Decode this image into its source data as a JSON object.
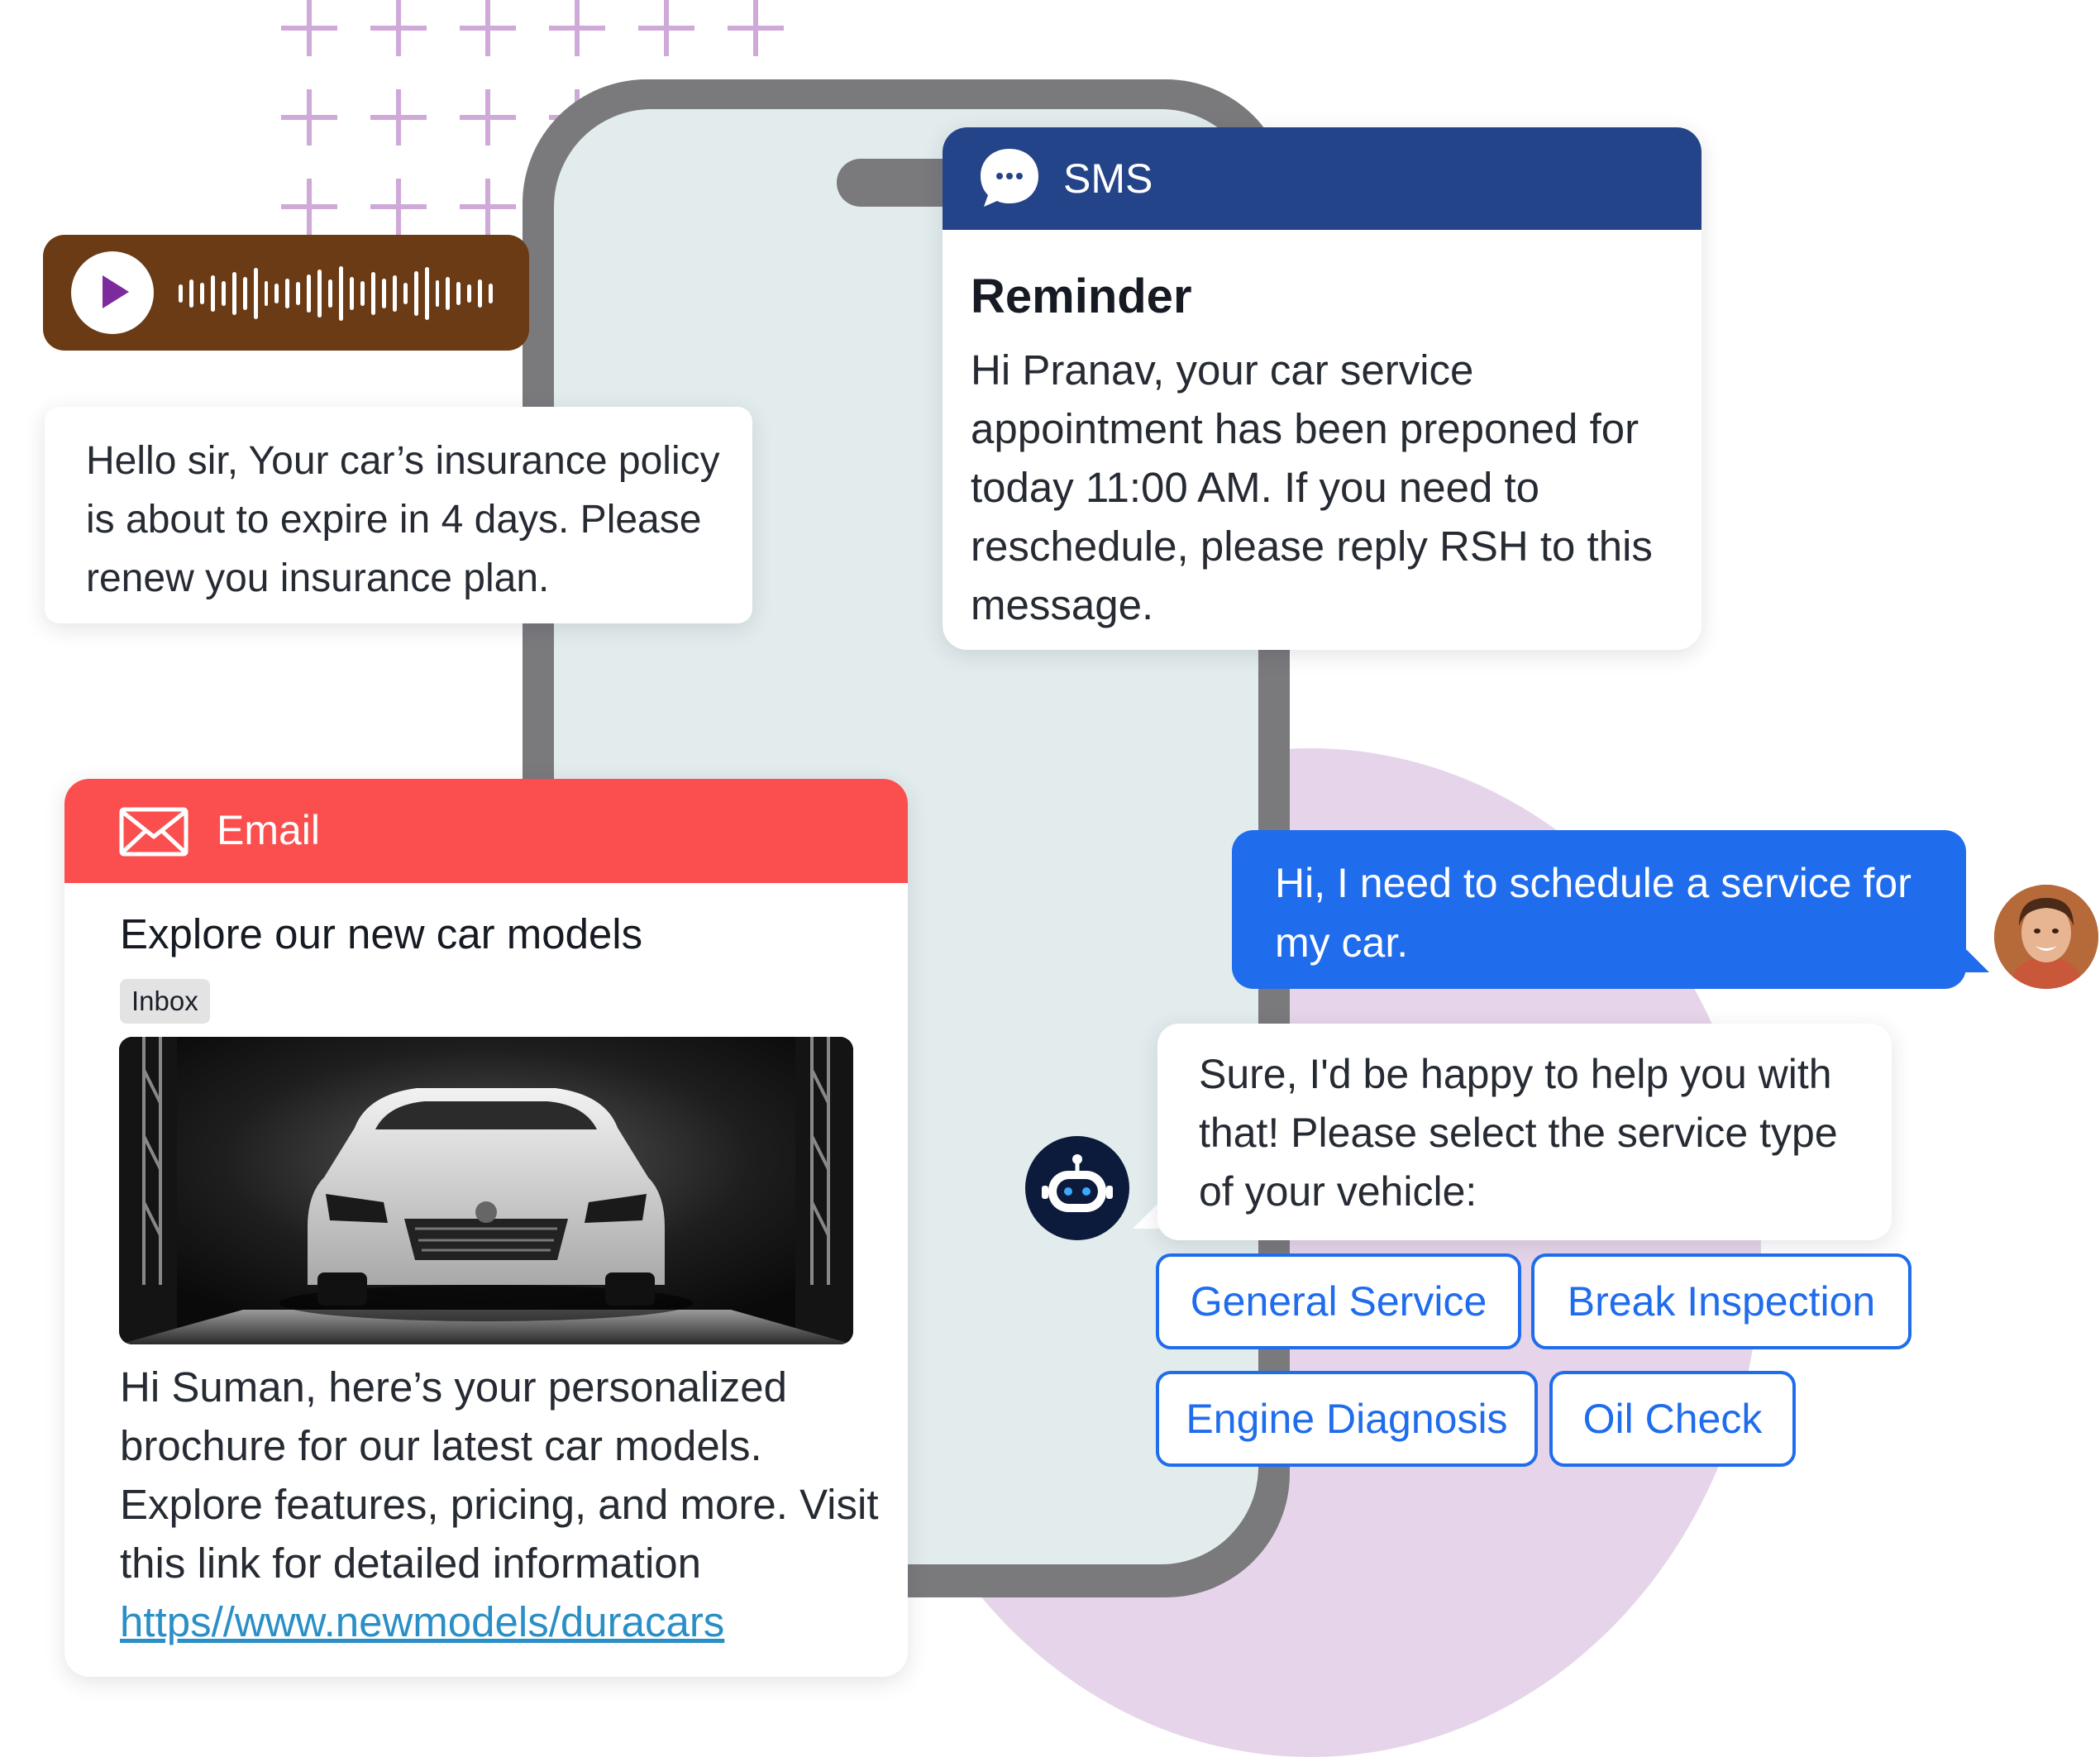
{
  "voice_message": {
    "play_icon": "play-icon",
    "waveform_icon": "audio-waveform-icon",
    "transcript": "Hello sir, Your car’s insurance policy is about to expire in 4 days. Please renew you insurance plan."
  },
  "sms": {
    "channel_label": "SMS",
    "icon": "chat-bubble-icon",
    "title": "Reminder",
    "body": "Hi Pranav, your car service appointment has been preponed for today 11:00 AM. If you need to reschedule, please reply RSH to this message."
  },
  "email": {
    "channel_label": "Email",
    "icon": "envelope-icon",
    "subject": "Explore our new car models",
    "folder_tag": "Inbox",
    "body": "Hi Suman, here’s your personalized brochure for our latest car models. Explore features, pricing, and more. Visit this link for detailed information",
    "link": "https//www.newmodels/duracars"
  },
  "chat": {
    "user_message": "Hi, I need to schedule a service for my car.",
    "bot_message": "Sure, I'd be happy to help you with that! Please select the service type of your vehicle:",
    "options": [
      "General Service",
      "Break Inspection",
      "Engine Diagnosis",
      "Oil Check"
    ]
  },
  "colors": {
    "sms_header": "#244489",
    "email_header": "#fb4f4f",
    "voice_bg": "#6a3b15",
    "chat_accent": "#1f6ced",
    "phone_frame": "#7a797c",
    "circle_bg": "#e6d5ea"
  }
}
